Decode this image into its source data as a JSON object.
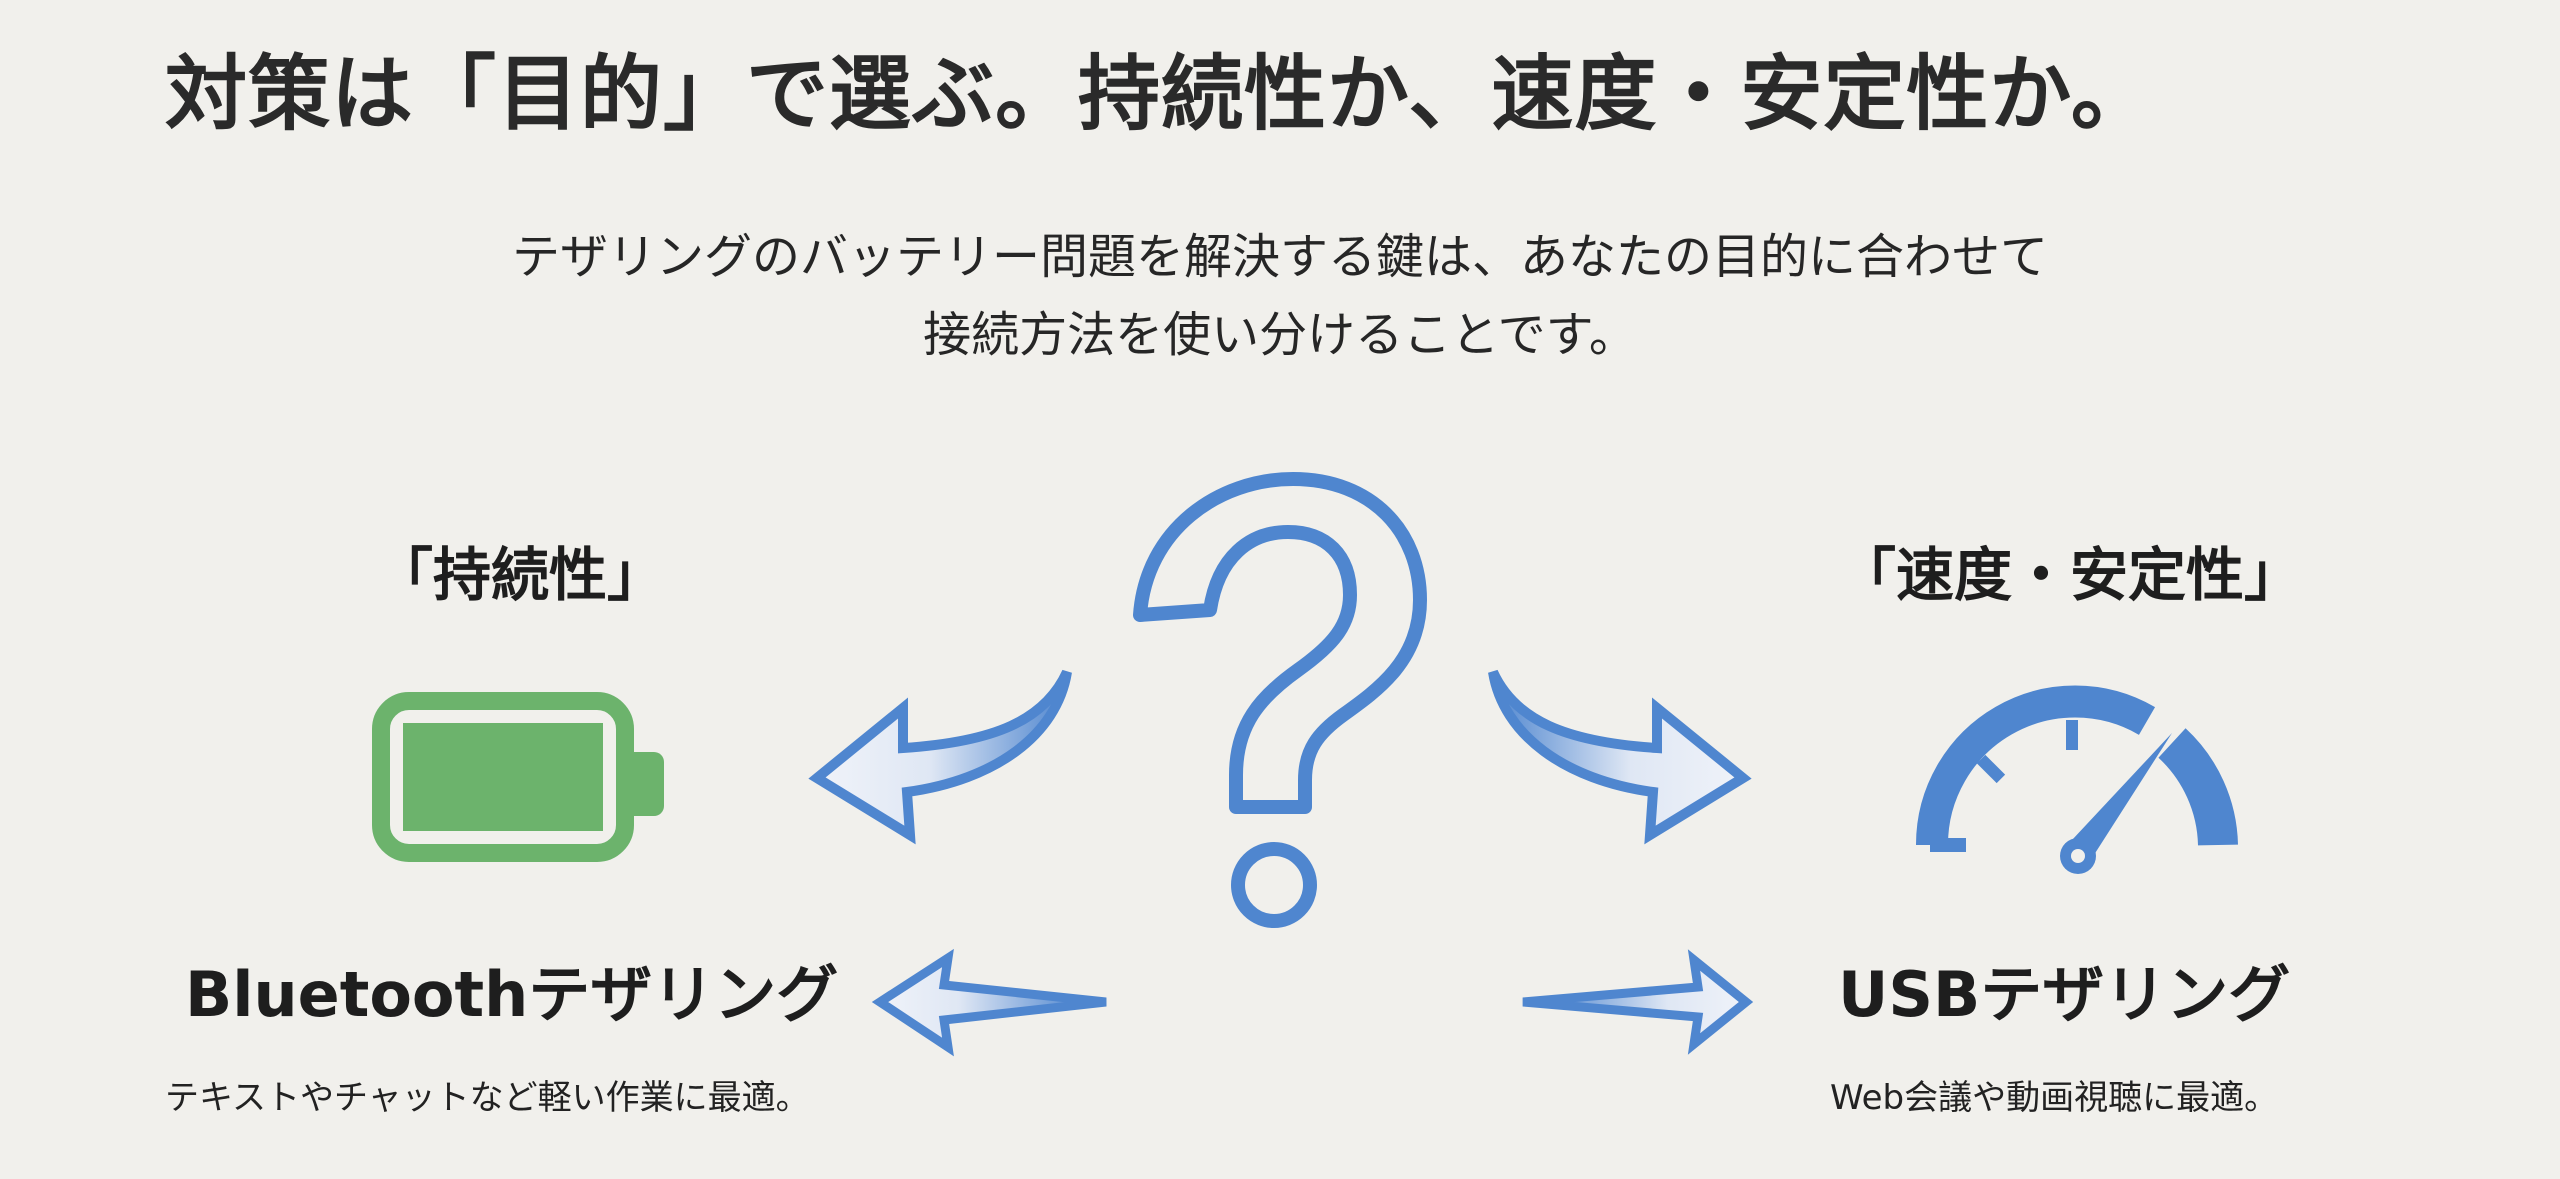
{
  "slide": {
    "title": "対策は「目的」で選ぶ。持続性か、速度・安定性か。",
    "subtitle": {
      "line1": "テザリングのバッテリー問題を解決する鍵は、あなたの目的に合わせて",
      "line2": "接続方法を使い分けることです。"
    },
    "center_icon": "question-mark-icon",
    "left": {
      "label": "「持続性」",
      "icon": "battery-full-icon",
      "heading": "Bluetoothテザリング",
      "description": "テキストやチャットなど軽い作業に最適。"
    },
    "right": {
      "label": "「速度・安定性」",
      "icon": "speedometer-icon",
      "heading": "USBテザリング",
      "description": "Web会議や動画視聴に最適。"
    }
  },
  "colors": {
    "background": "#f1f0ec",
    "text": "#262626",
    "accent_blue": "#4f86cf",
    "battery_green": "#6cb36c"
  }
}
